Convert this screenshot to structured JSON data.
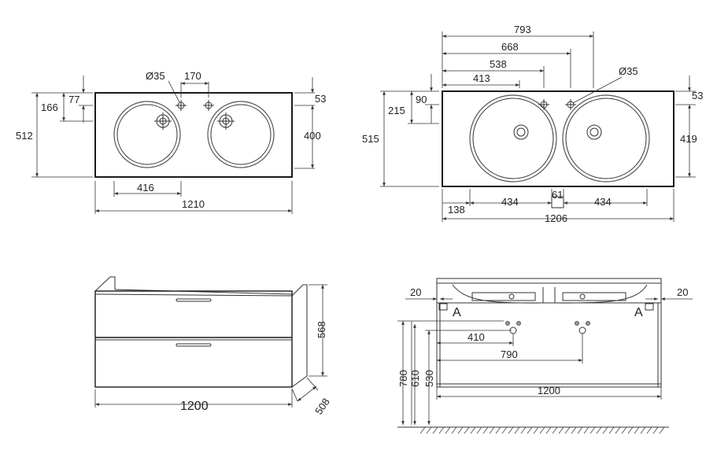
{
  "top_view_a": {
    "hole_diameter": "Ø35",
    "hole_spacing": "170",
    "depth_total": "512",
    "depth_basin": "400",
    "dim_166": "166",
    "dim_77": "77",
    "dim_53": "53",
    "basin_offset": "416",
    "width": "1210"
  },
  "top_view_b": {
    "w793": "793",
    "w668": "668",
    "w538": "538",
    "w413": "413",
    "hole_diameter": "Ø35",
    "dim_90": "90",
    "dim_215": "215",
    "depth_total": "515",
    "dim_53": "53",
    "depth_basin": "419",
    "gap": "61",
    "edge": "138",
    "basin_left": "434",
    "basin_right": "434",
    "width": "1206"
  },
  "front_view": {
    "height": "568",
    "width": "1200",
    "depth": "508"
  },
  "section_view": {
    "left_20": "20",
    "right_20": "20",
    "marker_left": "A",
    "marker_right": "A",
    "h780": "780",
    "h610": "610",
    "h530": "530",
    "x410": "410",
    "x790": "790",
    "width": "1200"
  }
}
